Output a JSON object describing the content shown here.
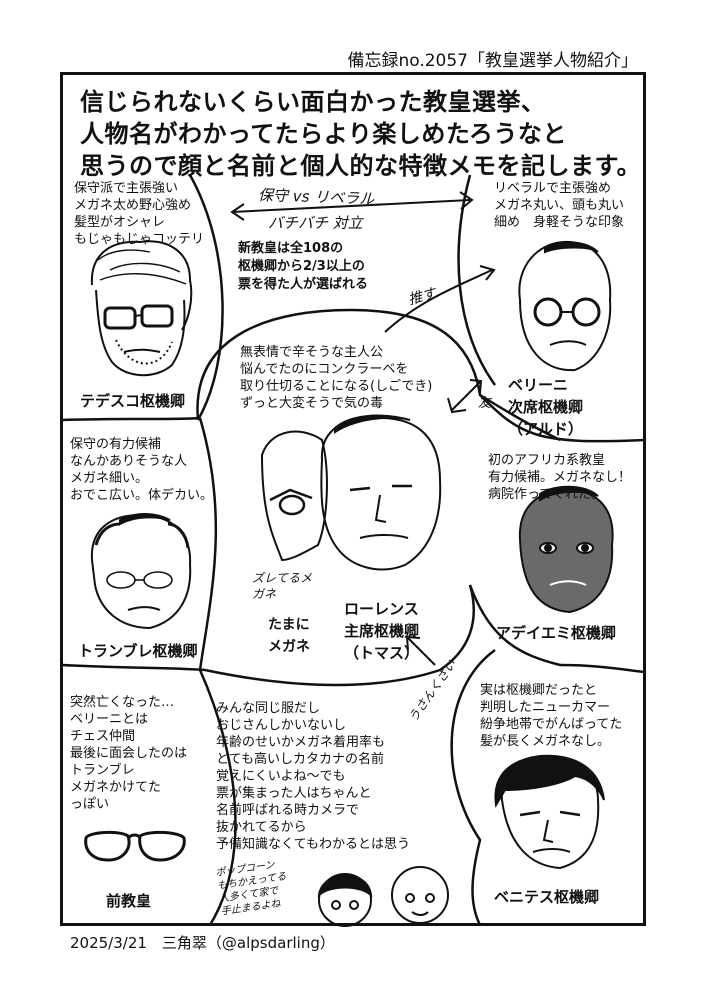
{
  "header": {
    "title": "備忘録no.2057「教皇選挙人物紹介」"
  },
  "lead": [
    "信じられないくらい面白かった教皇選挙、",
    "人物名がわかってたらより楽しめたろうなと",
    "思うので顔と名前と個人的な特徴メモを記します。"
  ],
  "center_top": {
    "conservative_vs_liberal": "保守 vs リベラル",
    "clash": "バチバチ 対立",
    "rule": [
      "新教皇は全108の",
      "枢機卿から2/3以上の",
      "票を得た人が選ばれる"
    ],
    "push": "推す"
  },
  "tedesco": {
    "notes": [
      "保守派で主張強い",
      "メガネ太め野心強め",
      "髪型がオシャレ",
      "もじゃもじゃコッテリ"
    ],
    "name": "テデスコ枢機卿"
  },
  "bellini": {
    "notes": [
      "リベラルで主張強め",
      "メガネ丸い、頭も丸い",
      "細め　身軽そうな印象"
    ],
    "name": [
      "ベリーニ",
      "次席枢機卿",
      "（アルド）"
    ],
    "friend": "友"
  },
  "lawrence": {
    "notes": [
      "無表情で辛そうな主人公",
      "悩んでたのにコンクラーベを",
      "取り仕切ることになる(しごでき)",
      "ずっと大変そうで気の毒"
    ],
    "side_label": "ズレてるメガネ",
    "glasses_label": [
      "たまに",
      "メガネ"
    ],
    "name": [
      "ローレンス",
      "主席枢機卿",
      "（トマス）"
    ],
    "suspicion": "うさんくさい"
  },
  "tremblay": {
    "notes": [
      "保守の有力候補",
      "なんかありそうな人",
      "メガネ細い。",
      "おでこ広い。体デカい。"
    ],
    "name": "トランブレ枢機卿"
  },
  "adeyemi": {
    "notes": [
      "初のアフリカ系教皇",
      "有力候補。メガネなし！",
      "病院作ってくれた。"
    ],
    "name": "アデイエミ枢機卿"
  },
  "former_pope": {
    "notes": [
      "突然亡くなった…",
      "ベリーニとは",
      "チェス仲間",
      "最後に面会したのは",
      "トランブレ",
      "メガネかけてた",
      "っぽい"
    ],
    "name": "前教皇"
  },
  "center_bottom": {
    "notes": [
      "みんな同じ服だし",
      "おじさんしかいないし",
      "年齢のせいかメガネ着用率も",
      "とても高いしカタカナの名前",
      "覚えにくいよね〜でも",
      "票が集まった人はちゃんと",
      "名前呼ばれる時カメラで",
      "抜かれてるから",
      "予備知識なくてもわかるとは思う"
    ],
    "popcorn": [
      "ポップコーン",
      "もちかえってる",
      "人多くて家で",
      "手止まるよね"
    ]
  },
  "benitez": {
    "notes": [
      "実は枢機卿だったと",
      "判明したニューカマー",
      "紛争地帯でがんばってた",
      "髪が長くメガネなし。"
    ],
    "name": "ベニテス枢機卿"
  },
  "footer": {
    "credit": "2025/3/21　三角翠（@alpsdarling）"
  },
  "colors": {
    "ink": "#111111",
    "skin_dark": "#6a6a6a",
    "paper": "#ffffff"
  }
}
